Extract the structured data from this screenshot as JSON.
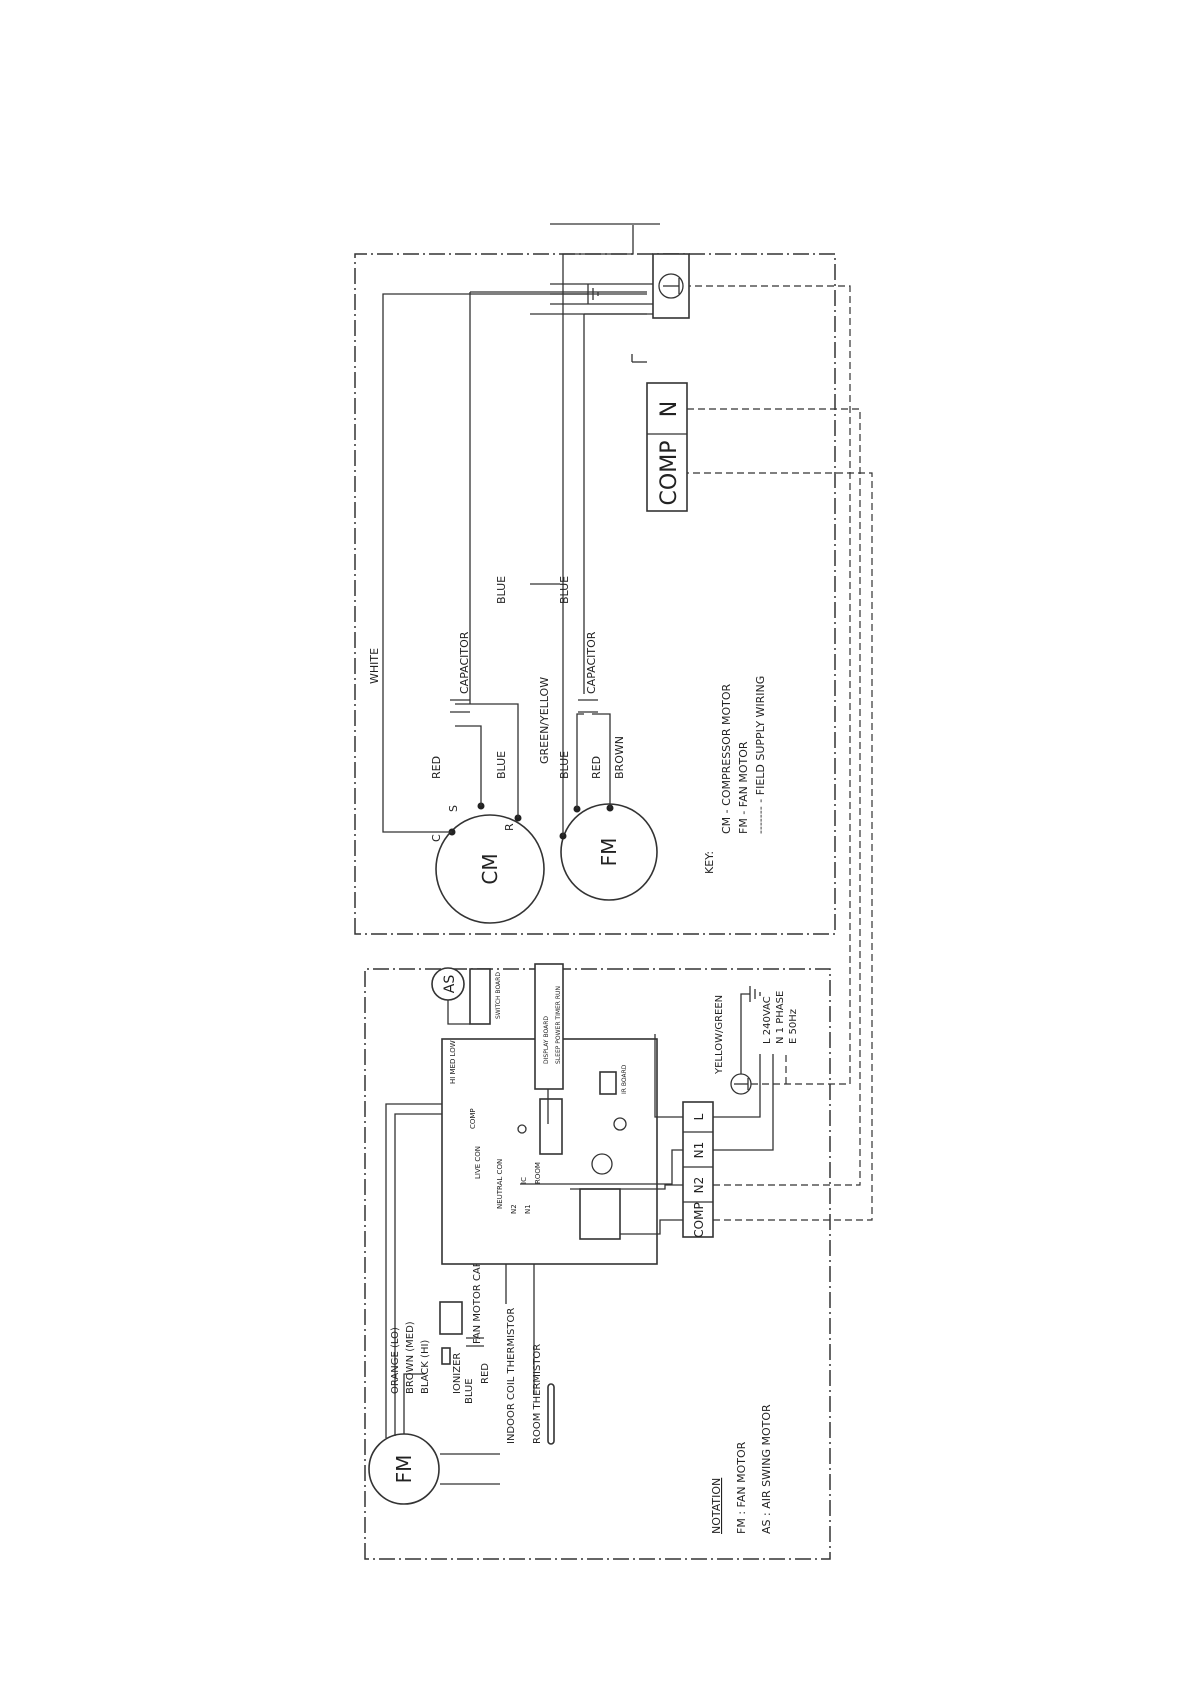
{
  "outdoor_unit": {
    "wire_white": "WHITE",
    "wire_blue_1": "BLUE",
    "wire_capacitor_1": "CAPACITOR",
    "wire_red_1": "RED",
    "wire_blue_2": "BLUE",
    "wire_blue_3": "BLUE",
    "wire_green_yellow": "GREEN/YELLOW",
    "wire_capacitor_2": "CAPACITOR",
    "wire_blue_4": "BLUE",
    "wire_red_2": "RED",
    "wire_brown": "BROWN",
    "compressor_label": "CM",
    "compressor_pin_c": "C",
    "compressor_pin_s": "S",
    "compressor_pin_r": "R",
    "fan_motor_label": "FM",
    "terminal_comp": "COMP",
    "terminal_n": "N",
    "key_title": "KEY:",
    "key_cm": "CM  -  COMPRESSOR MOTOR",
    "key_fm": "FM  -  FAN MOTOR",
    "key_field": "-------  -  FIELD SUPPLY WIRING"
  },
  "indoor_unit": {
    "fan_motor_label": "FM",
    "wire_orange": "ORANGE (LO)",
    "wire_brown": "BROWN (MED)",
    "wire_black": "BLACK (HI)",
    "ionizer": "IONIZER",
    "wire_blue": "BLUE",
    "fan_motor_capacitor": "FAN MOTOR CAPACITOR",
    "wire_red": "RED",
    "indoor_coil_thermistor": "INDOOR COIL THERMISTOR",
    "room_thermistor": "ROOM THERMISTOR",
    "swing_motor_label": "AS",
    "switch_board": "SWITCH BOARD",
    "display_board": "DISPLAY BOARD",
    "display_buttons": "SLEEP  POWER  TIMER  RUN",
    "ir_board": "IR BOARD",
    "conn_hi_med_low": "HI  MED  LOW",
    "conn_comp": "COMP",
    "conn_live_con": "LIVE CON",
    "conn_neutral_con": "NEUTRAL CON",
    "conn_n2": "N2",
    "conn_n1": "N1",
    "conn_ic": "IC",
    "conn_room": "ROOM",
    "wire_yellow_green": "YELLOW/GREEN",
    "supply_l": "L  240VAC",
    "supply_n": "N  1 PHASE",
    "supply_e": "E  50Hz",
    "terminal_l": "L",
    "terminal_n1": "N1",
    "terminal_n2": "N2",
    "terminal_comp": "COMP",
    "notation_title": "NOTATION",
    "notation_fm": "FM  :   FAN MOTOR",
    "notation_as": "AS  :   AIR SWING MOTOR"
  }
}
